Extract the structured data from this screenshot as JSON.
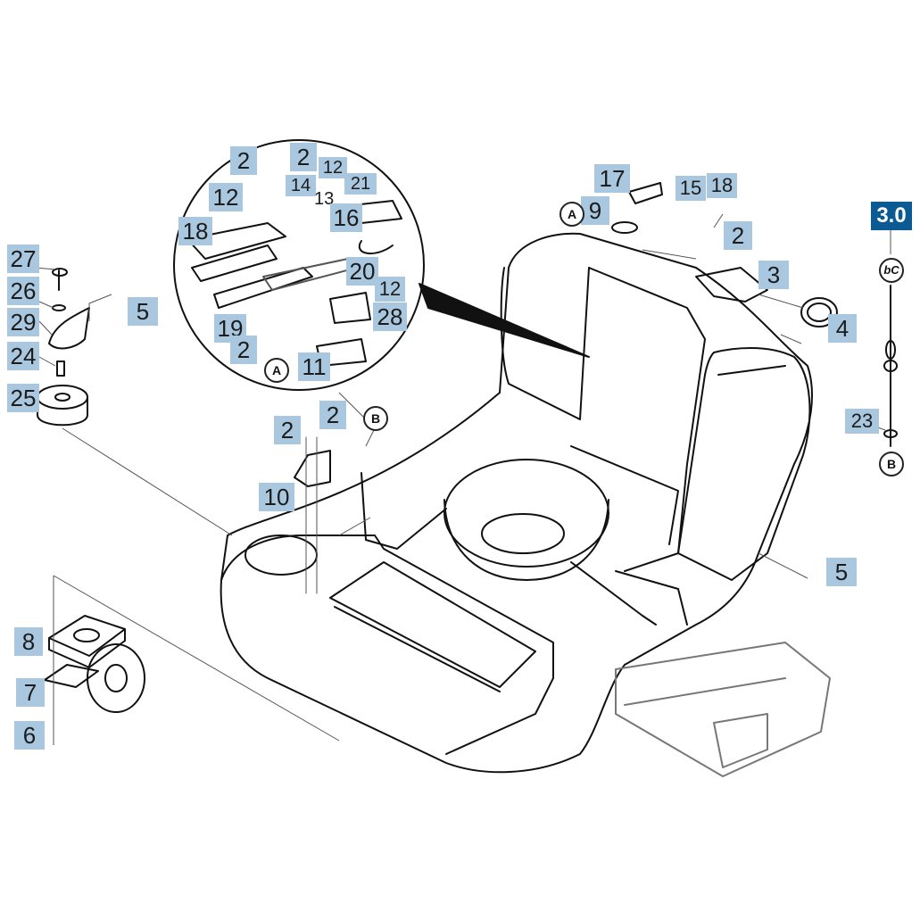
{
  "section": {
    "badge": "3.0"
  },
  "callouts": {
    "l27": "27",
    "l26": "26",
    "l29": "29",
    "l24": "24",
    "l25": "25",
    "l5a": "5",
    "l8": "8",
    "l7": "7",
    "l6": "6",
    "l2a": "2",
    "l2b": "2",
    "l10": "10",
    "l17": "17",
    "l9": "9",
    "l15": "15",
    "l18b": "18",
    "l2c": "2",
    "l3": "3",
    "l4": "4",
    "l5b": "5",
    "l23": "23",
    "d2a": "2",
    "d2b": "2",
    "d12a": "12",
    "d14": "14",
    "d13": "13",
    "d21": "21",
    "d12b": "12",
    "d16": "16",
    "d18": "18",
    "d20": "20",
    "d12c": "12",
    "d28": "28",
    "d19": "19",
    "d2c": "2",
    "d11": "11"
  },
  "refs": {
    "a1": "A",
    "a2": "A",
    "b1": "B",
    "b2": "B",
    "cg": "bC"
  },
  "colors": {
    "label_bg": "#a9c8e0",
    "badge_bg": "#0b5a94",
    "line": "#111111"
  }
}
